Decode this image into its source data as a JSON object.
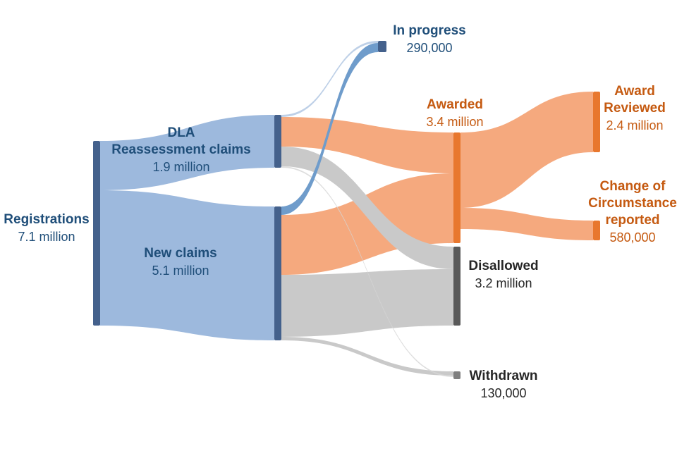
{
  "chart_data": {
    "type": "sankey",
    "description": "Flow of claims from registrations through claim types to outcomes and post-award events",
    "nodes": [
      {
        "id": "registrations",
        "name_lines": [
          "Registrations"
        ],
        "value_label": "7.1 million",
        "value": 7100000,
        "color_group": "blue"
      },
      {
        "id": "dla-reassessment-claims",
        "name_lines": [
          "DLA",
          "Reassessment claims"
        ],
        "value_label": "1.9 million",
        "value": 1900000,
        "color_group": "blue"
      },
      {
        "id": "new-claims",
        "name_lines": [
          "New claims"
        ],
        "value_label": "5.1 million",
        "value": 5100000,
        "color_group": "blue"
      },
      {
        "id": "in-progress",
        "name_lines": [
          "In progress"
        ],
        "value_label": "290,000",
        "value": 290000,
        "color_group": "blue"
      },
      {
        "id": "awarded",
        "name_lines": [
          "Awarded"
        ],
        "value_label": "3.4 million",
        "value": 3400000,
        "color_group": "orange"
      },
      {
        "id": "disallowed",
        "name_lines": [
          "Disallowed"
        ],
        "value_label": "3.2 million",
        "value": 3200000,
        "color_group": "gray"
      },
      {
        "id": "withdrawn",
        "name_lines": [
          "Withdrawn"
        ],
        "value_label": "130,000",
        "value": 130000,
        "color_group": "gray"
      },
      {
        "id": "award-reviewed",
        "name_lines": [
          "Award",
          "Reviewed"
        ],
        "value_label": "2.4 million",
        "value": 2400000,
        "color_group": "orange"
      },
      {
        "id": "change-of-circumstance",
        "name_lines": [
          "Change of",
          "Circumstance",
          "reported"
        ],
        "value_label": "580,000",
        "value": 580000,
        "color_group": "orange"
      }
    ],
    "links": [
      {
        "source": "registrations",
        "target": "dla-reassessment-claims",
        "value": 1900000,
        "estimated": false
      },
      {
        "source": "registrations",
        "target": "new-claims",
        "value": 5100000,
        "estimated": false
      },
      {
        "source": "dla-reassessment-claims",
        "target": "in-progress",
        "value": 40000,
        "estimated": true
      },
      {
        "source": "new-claims",
        "target": "in-progress",
        "value": 250000,
        "estimated": true
      },
      {
        "source": "dla-reassessment-claims",
        "target": "awarded",
        "value": 1100000,
        "estimated": true
      },
      {
        "source": "new-claims",
        "target": "awarded",
        "value": 2300000,
        "estimated": true
      },
      {
        "source": "dla-reassessment-claims",
        "target": "disallowed",
        "value": 730000,
        "estimated": true
      },
      {
        "source": "new-claims",
        "target": "disallowed",
        "value": 2470000,
        "estimated": true
      },
      {
        "source": "dla-reassessment-claims",
        "target": "withdrawn",
        "value": 30000,
        "estimated": true
      },
      {
        "source": "new-claims",
        "target": "withdrawn",
        "value": 100000,
        "estimated": true
      },
      {
        "source": "awarded",
        "target": "award-reviewed",
        "value": 2400000,
        "estimated": false
      },
      {
        "source": "awarded",
        "target": "change-of-circumstance",
        "value": 580000,
        "estimated": false
      }
    ],
    "colors": {
      "node_blue": "#44618C",
      "node_orange": "#E8772E",
      "node_gray_dark": "#595959",
      "node_gray": "#7F7F7F",
      "flow_blue": "#9DB9DD",
      "flow_blue_strong": "#6F9CCB",
      "flow_blue_faint": "#B7CBE4",
      "flow_orange": "#F5A97E",
      "flow_gray": "#C9C9C9",
      "flow_gray_faint": "#D6D6D6",
      "text_blue": "#1F4E79",
      "text_orange": "#C55A11",
      "text_dark": "#262626"
    },
    "layout_hints": {
      "legend": false,
      "grid": false,
      "background": "#FFFFFF"
    }
  }
}
